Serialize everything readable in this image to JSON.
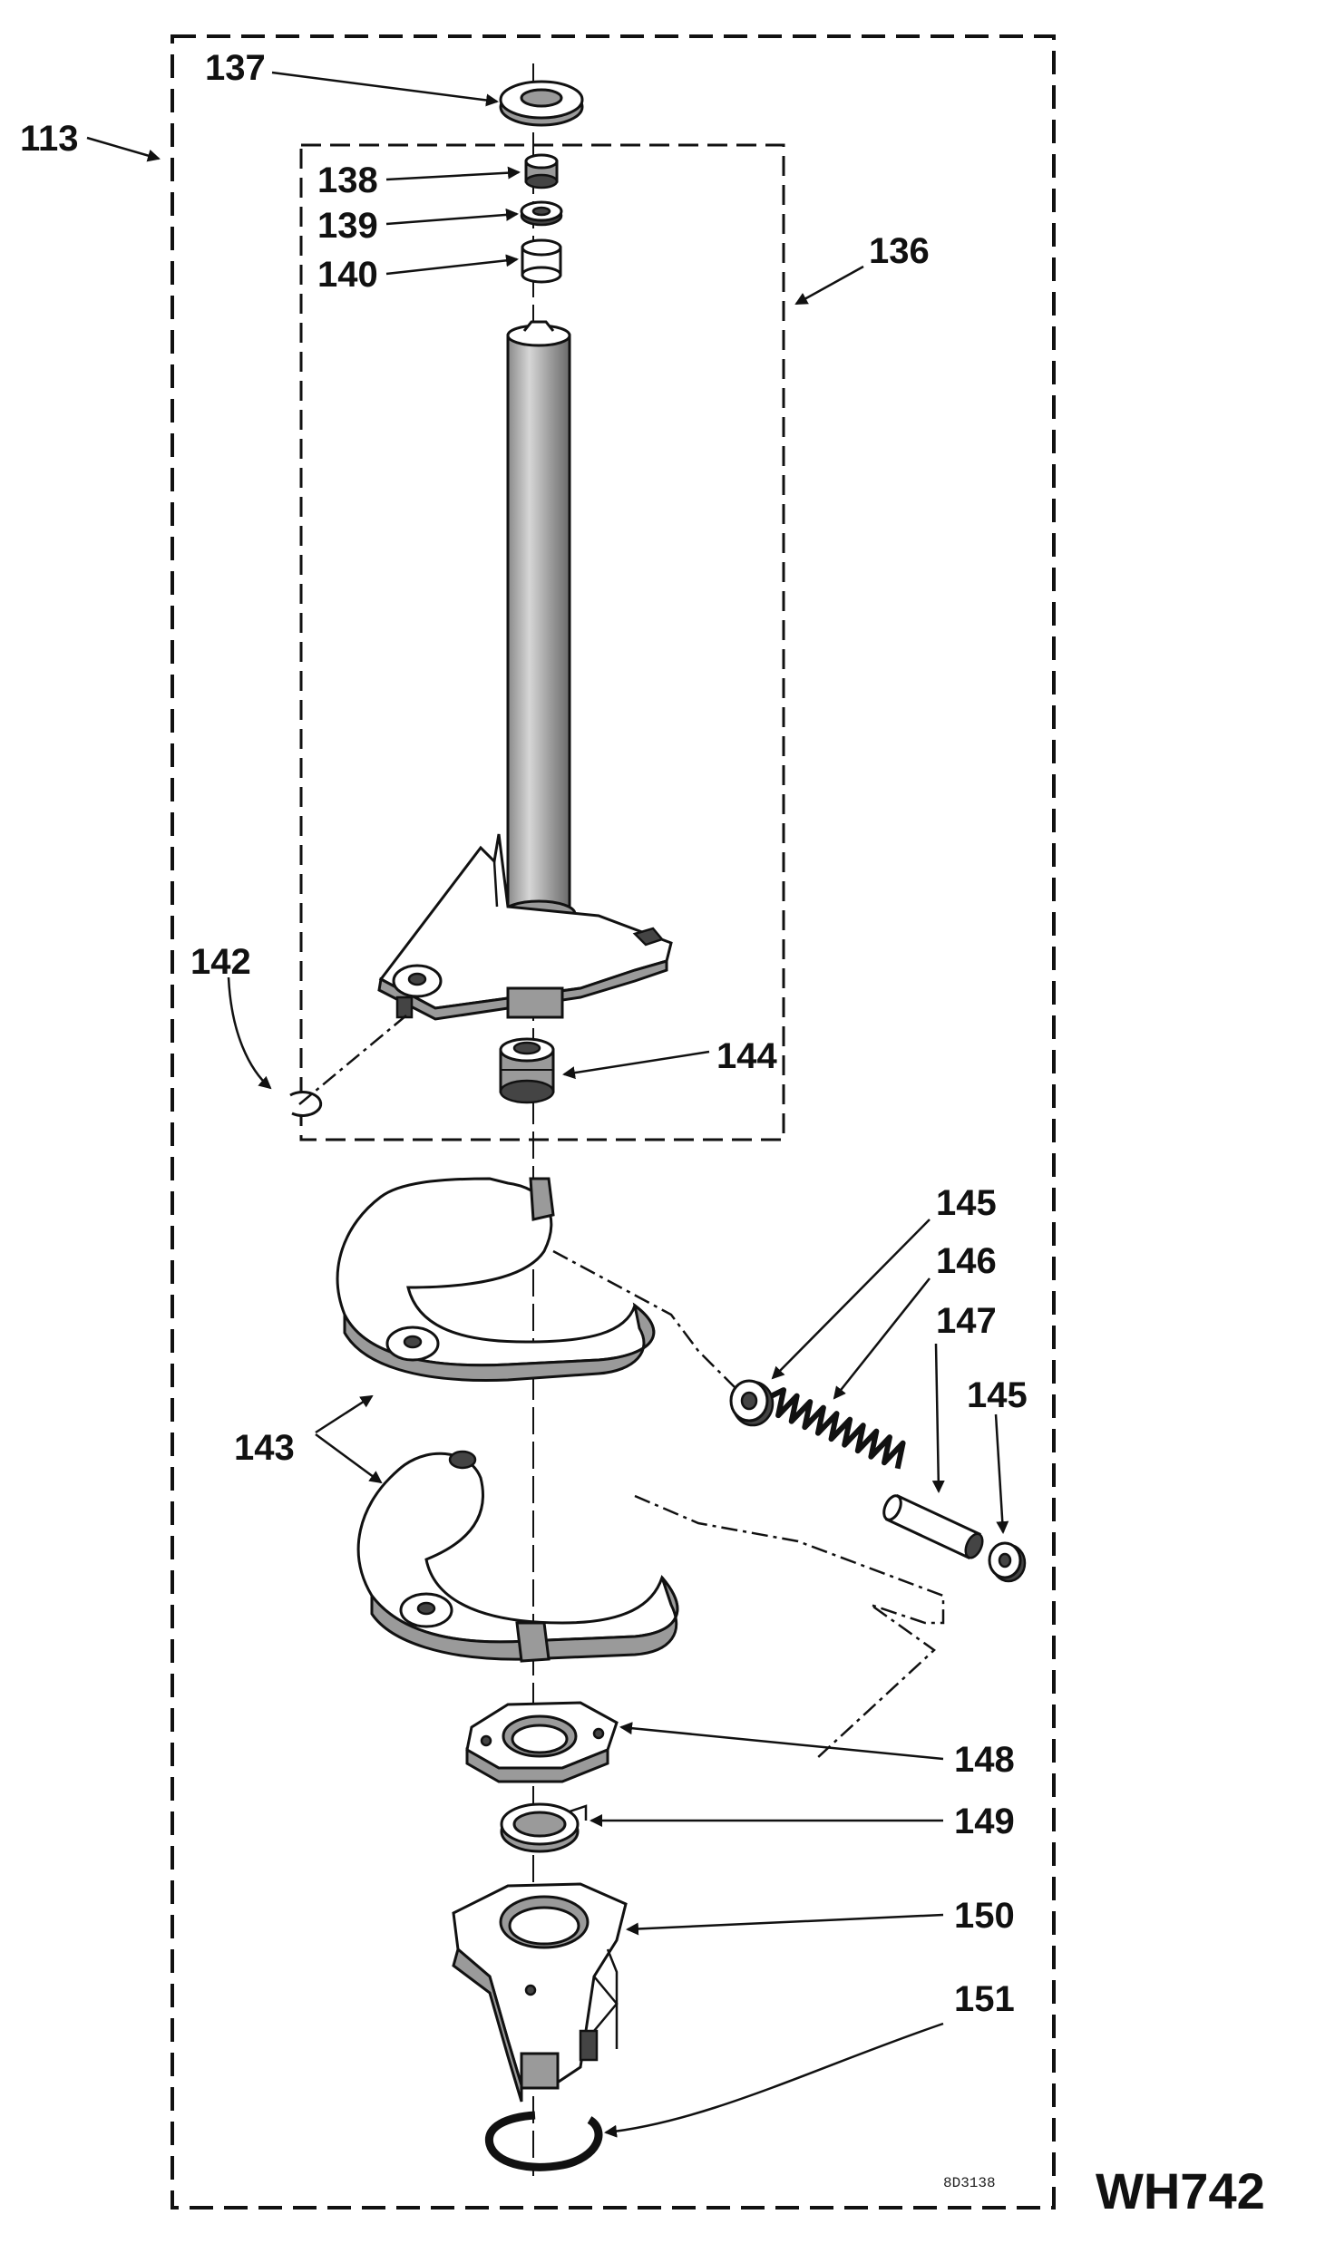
{
  "diagram": {
    "part_numbers": {
      "p113": "113",
      "p136": "136",
      "p137": "137",
      "p138": "138",
      "p139": "139",
      "p140": "140",
      "p142": "142",
      "p143": "143",
      "p144": "144",
      "p145a": "145",
      "p146": "146",
      "p147": "147",
      "p145b": "145",
      "p148": "148",
      "p149": "149",
      "p150": "150",
      "p151": "151"
    },
    "drawing_code": "WH742",
    "drawing_number": "8D3138"
  }
}
